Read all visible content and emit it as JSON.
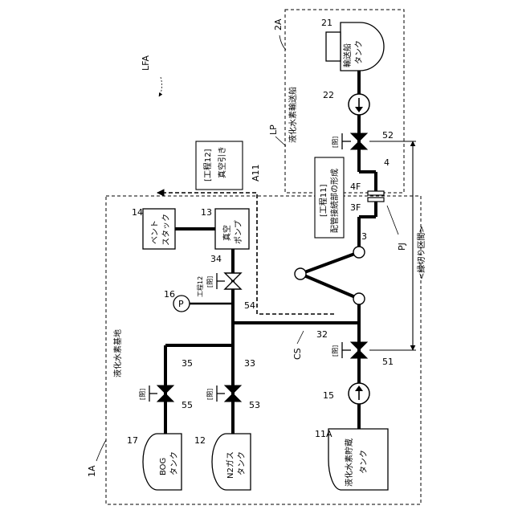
{
  "figure": {
    "ref_lfa": "LFA",
    "ref_1a": "1A",
    "ref_2a": "2A",
    "ref_lp": "LP",
    "ref_cs": "CS",
    "ref_pj": "PJ",
    "ref_a11": "A11",
    "ship_region": "液化水素輸送船",
    "base_region": "液化水素基地",
    "isolation_section": "<縁切り区間>",
    "step11_title": "[工程11]",
    "step11_desc": "配管接続部の形成",
    "step12_title": "[工程12]",
    "step12_desc": "真空引き",
    "step12_small": "工程12"
  },
  "components": {
    "ship_tank": {
      "ref": "21",
      "label1": "輸送船",
      "label2": "タンク"
    },
    "ship_pump": {
      "ref": "22"
    },
    "ship_valve": {
      "ref": "52",
      "state": "[閉]"
    },
    "pipe_4": {
      "ref": "4"
    },
    "flange_4f": {
      "ref": "4F"
    },
    "flange_3f": {
      "ref": "3F"
    },
    "pipe_3": {
      "ref": "3"
    },
    "pipe_32": {
      "ref": "32"
    },
    "valve_51": {
      "ref": "51",
      "state": "[閉]"
    },
    "pump_15": {
      "ref": "15"
    },
    "storage_tank": {
      "ref": "11A",
      "label1": "液化水素貯蔵",
      "label2": "タンク"
    },
    "vent_stack": {
      "ref": "14",
      "label1": "ベント",
      "label2": "スタック"
    },
    "vacuum_pump": {
      "ref": "13",
      "label1": "真空",
      "label2": "ポンプ"
    },
    "pipe_34": {
      "ref": "34"
    },
    "valve_54": {
      "ref": "54",
      "state": "[閉]"
    },
    "pressure_gauge": {
      "ref": "16",
      "symbol": "P"
    },
    "pipe_35": {
      "ref": "35"
    },
    "pipe_33": {
      "ref": "33"
    },
    "valve_55": {
      "ref": "55",
      "state": "[閉]"
    },
    "valve_53": {
      "ref": "53",
      "state": "[閉]"
    },
    "bog_tank": {
      "ref": "17",
      "label1": "BOG",
      "label2": "タンク"
    },
    "n2_tank": {
      "ref": "12",
      "label1": "N2ガス",
      "label2": "タンク"
    }
  }
}
